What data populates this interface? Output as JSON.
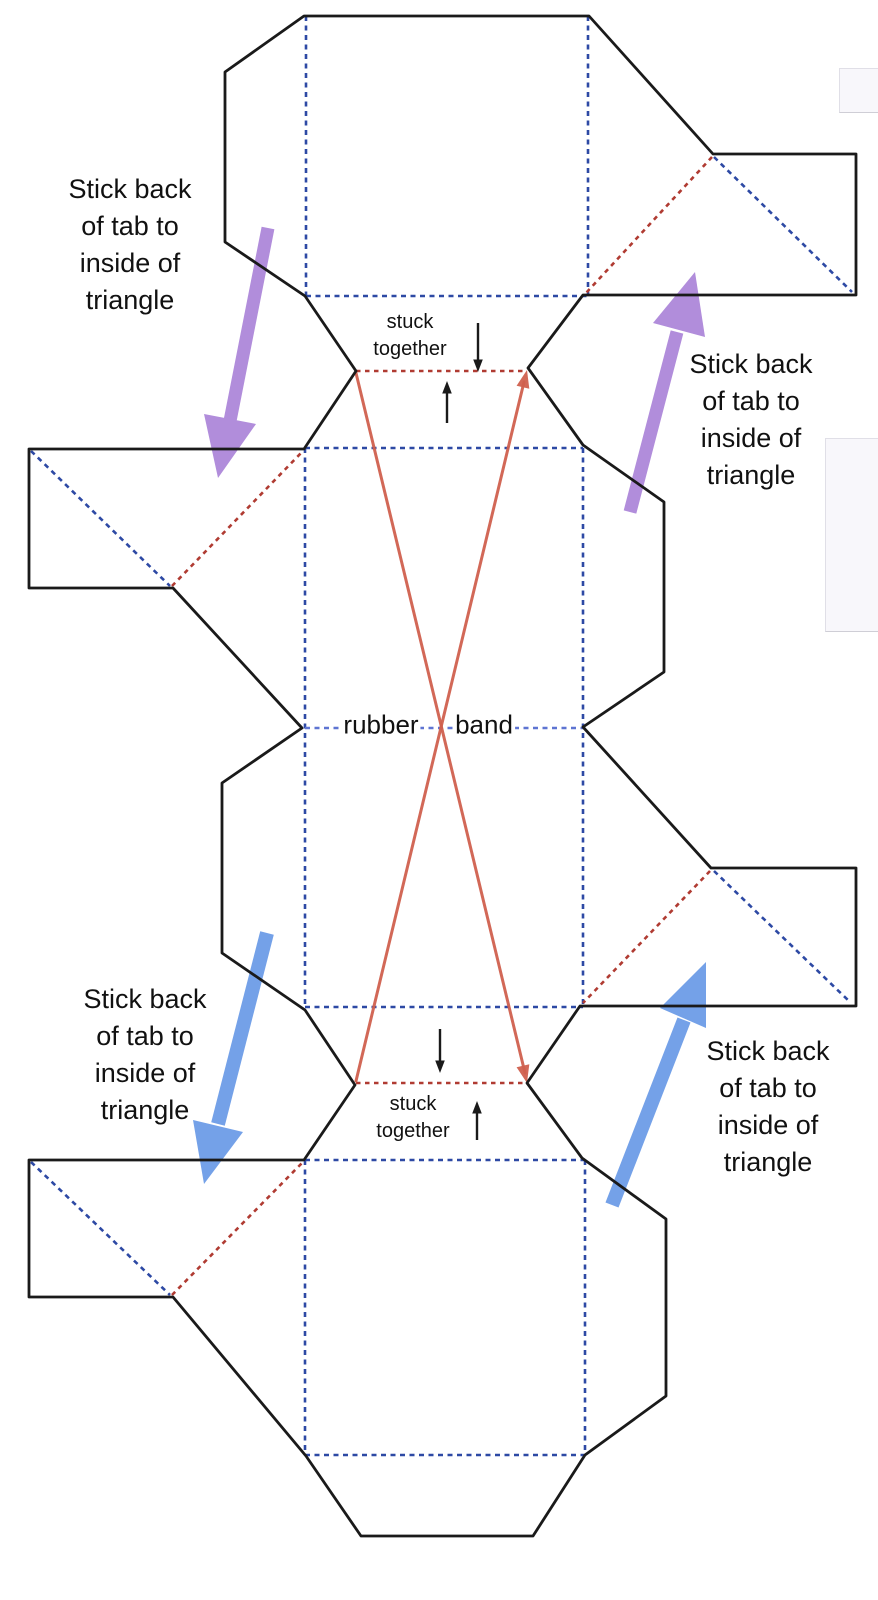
{
  "colors": {
    "outline": "#1a1a1a",
    "fold-blue": "#2d49a4",
    "fold-blue-light": "#5e74d2",
    "fold-red": "#b03b32",
    "band-red": "#d0604e",
    "arrow-purple": "#b18ddb",
    "arrow-blue": "#74a1e8",
    "panel": "#f8f7fb",
    "panel-border": "#e0dfe7",
    "text": "#111111"
  },
  "diagram": {
    "labels": {
      "top_left": {
        "lines": [
          "Stick back",
          "of tab to",
          "inside of",
          "triangle"
        ]
      },
      "top_right": {
        "lines": [
          "Stick back",
          "of tab to",
          "inside of",
          "triangle"
        ]
      },
      "bottom_left": {
        "lines": [
          "Stick back",
          "of tab to",
          "inside of",
          "triangle"
        ]
      },
      "bottom_right": {
        "lines": [
          "Stick back",
          "of tab to",
          "inside of",
          "triangle"
        ]
      }
    },
    "neck_top": {
      "lines": [
        "stuck",
        "together"
      ]
    },
    "neck_bottom": {
      "lines": [
        "stuck",
        "together"
      ]
    },
    "rubber_band": {
      "word1": "rubber",
      "word2": "band"
    },
    "icons": {
      "purple_arrow_top_left": "thick-arrow-down-left",
      "purple_arrow_top_right": "thick-arrow-up-right",
      "blue_arrow_bottom_left": "thick-arrow-down-left",
      "blue_arrow_bottom_right": "thick-arrow-up-right",
      "fold_arrow_down_top": "small-arrow-down",
      "fold_arrow_up_top": "small-arrow-up",
      "fold_arrow_down_bottom": "small-arrow-down",
      "fold_arrow_up_bottom": "small-arrow-up"
    }
  }
}
